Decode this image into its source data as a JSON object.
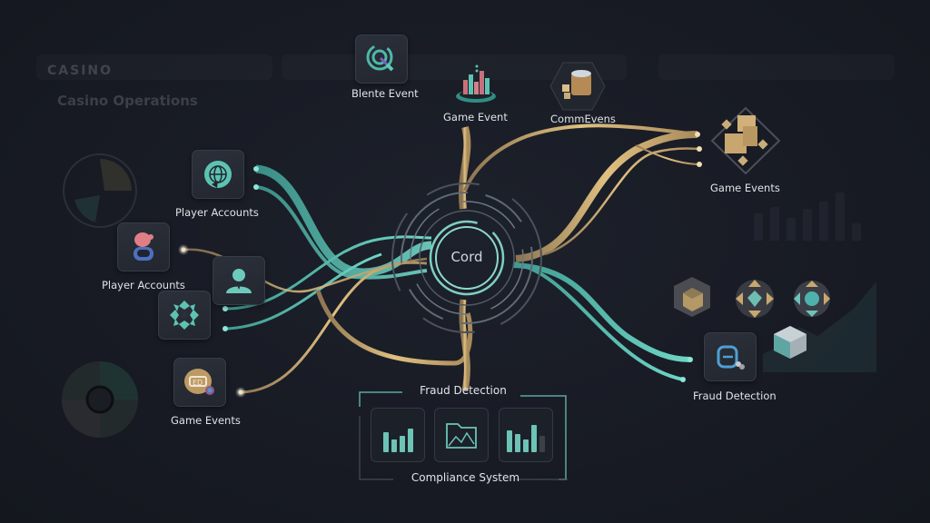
{
  "background": {
    "brand": "CASINO",
    "title": "Casino Operations"
  },
  "hub": {
    "label": "Cord"
  },
  "top_nodes": [
    {
      "id": "blente-event",
      "label": "Blente Event",
      "icon": "radar-icon"
    },
    {
      "id": "game-event",
      "label": "Game Event",
      "icon": "chip-stack-icon"
    },
    {
      "id": "comm-events",
      "label": "CommEvens",
      "icon": "dice-cup-icon"
    }
  ],
  "left_nodes": [
    {
      "id": "player-accounts-1",
      "label": "Player Accounts",
      "icon": "globe-icon"
    },
    {
      "id": "player-accounts-2",
      "label": "Player Accounts",
      "icon": "user-badge-icon"
    },
    {
      "id": "user",
      "label": "",
      "icon": "user-icon"
    },
    {
      "id": "flower",
      "label": "",
      "icon": "flower-icon"
    },
    {
      "id": "game-events-left",
      "label": "Game Events",
      "icon": "token-icon"
    }
  ],
  "right_nodes": [
    {
      "id": "game-events-right",
      "label": "Game Events",
      "icon": "cubes-icon"
    },
    {
      "id": "fraud-detection-right",
      "label": "Fraud Detection",
      "icon": "bag-icon"
    }
  ],
  "decor_right": [
    "hex-cube-icon",
    "gem-wheel-icon",
    "gem-wheel-icon",
    "cube-icon"
  ],
  "bottom_group": {
    "title": "Fraud Detection",
    "subtitle": "Compliance System",
    "panels": [
      {
        "type": "bar-chart",
        "icon": "bar-chart-icon",
        "bars": [
          22,
          14,
          18,
          26
        ]
      },
      {
        "type": "folder",
        "icon": "folder-chart-icon"
      },
      {
        "type": "bar-chart",
        "icon": "bar-chart-icon",
        "bars": [
          24,
          20,
          14,
          30,
          18
        ]
      }
    ]
  },
  "colors": {
    "teal": "#5fc4b6",
    "gold": "#c9a66b",
    "background": "#181b24"
  }
}
